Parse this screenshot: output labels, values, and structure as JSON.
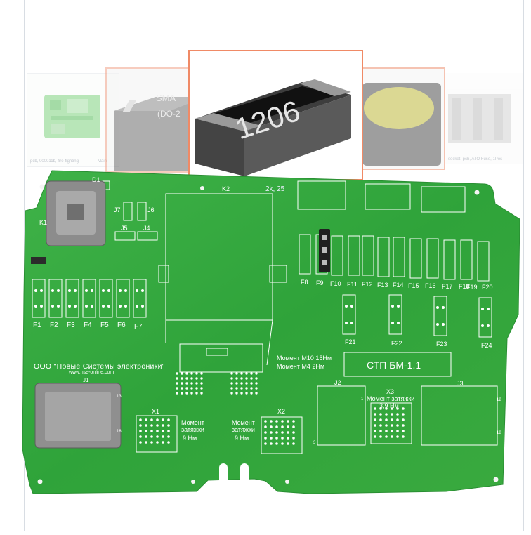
{
  "thumbnails": [
    {
      "caption": "pcb, 000011b, fire-fighting",
      "caption2": "Main"
    },
    {
      "label": "SMA",
      "label2": "(DO-2"
    },
    {
      "marking": "1206"
    },
    {
      "caption": ""
    },
    {
      "caption": "socket, pcb, ATO Fuse, 1Pos"
    }
  ],
  "board": {
    "d1": "D1",
    "k1": "K1",
    "k2": "K2",
    "j4": "J4",
    "j5": "J5",
    "j6": "J6",
    "j7": "J7",
    "partial": "2k, 25",
    "fuses_left": [
      "F1",
      "F2",
      "F3",
      "F4",
      "F5",
      "F6",
      "F7"
    ],
    "fuses_right": [
      "F8",
      "F9",
      "F10",
      "F11",
      "F12",
      "F13",
      "F14",
      "F15",
      "F16",
      "F17",
      "F18",
      "F19",
      "F20"
    ],
    "fuses_low": [
      "F21",
      "F22",
      "F23",
      "F24"
    ],
    "company": "ООО \"Новые Системы электроники\"",
    "website": "www.nse-online.com",
    "j1": "J1",
    "j1_n13": "13",
    "j1_n18": "18",
    "x1": "X1",
    "x2": "X2",
    "x3": "X3",
    "torque_x1_l1": "Момент",
    "torque_x1_l2": "затяжки",
    "torque_x1_l3": "9 Нм",
    "torque_x2_l1": "Момент",
    "torque_x2_l2": "затяжки",
    "torque_x2_l3": "9 Нм",
    "torque_m10": "Момент  М10  15Нм",
    "torque_m4": "Момент  М4  2Нм",
    "title": "СТП  БМ-1.1",
    "j2": "J2",
    "j3": "J3",
    "x3_l1": "Момент затяжки",
    "x3_l2": "3,9  Нм",
    "j2_n1": "1",
    "j2_n3": "3",
    "j3_n12": "12",
    "j3_n18": "18"
  },
  "colors": {
    "board": "#37a83b",
    "silk": "#ffffff",
    "accent": "#f08a66"
  }
}
